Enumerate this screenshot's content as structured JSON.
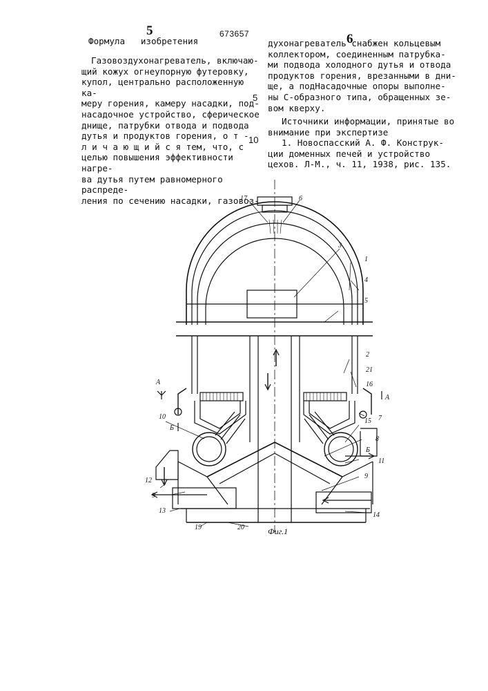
{
  "page": {
    "left_page_number": "5",
    "right_page_number": "6",
    "patent_number": "673657"
  },
  "left_column": {
    "heading": "Формула   изобретения",
    "lines": [
      "Газовоздухонагреватель, включаю-",
      "щий кожух огнеупорную футеровку,",
      "купол, центрально расположенную ка-",
      "меру горения, камеру насадки, под-",
      "насадочное устройство, сферическое",
      "днище, патрубки отвода и подвода",
      "дутья и продуктов горения,   о т -",
      "л и ч а ю щ и й с я   тем, что, с",
      "целью повышения эффективности нагре-",
      "ва дутья путем равномерного распреде-",
      "ления по сечению насадки, газовоз-"
    ]
  },
  "line_markers": [
    "5",
    "10"
  ],
  "right_column": {
    "lines": [
      "духонагреватель снабжен кольцевым",
      "коллектором, соединенным патрубка-",
      "ми подвода холодного дутья и отвода",
      "продуктов горения, врезанными в дни-",
      "ще, а подНасадочные опоры выполне-",
      "ны С-образного типа, обращенных зе-",
      "вом кверху."
    ],
    "sources_heading": [
      "Источники информации, принятые во",
      "внимание при экспертизе"
    ],
    "sources": [
      "1. Новоспасский А. Ф. Конструк-",
      "ции доменных печей и устройство",
      "цехов. Л-М., ч. 11, 1938, рис. 135."
    ]
  },
  "figure": {
    "caption": "Фиг.1",
    "labels": [
      "17",
      "6",
      "3",
      "1",
      "4",
      "5",
      "2",
      "21",
      "16",
      "А",
      "А",
      "15",
      "7",
      "8",
      "11",
      "Б",
      "Б",
      "10",
      "12",
      "9",
      "9",
      "13",
      "19",
      "20",
      "14"
    ]
  }
}
